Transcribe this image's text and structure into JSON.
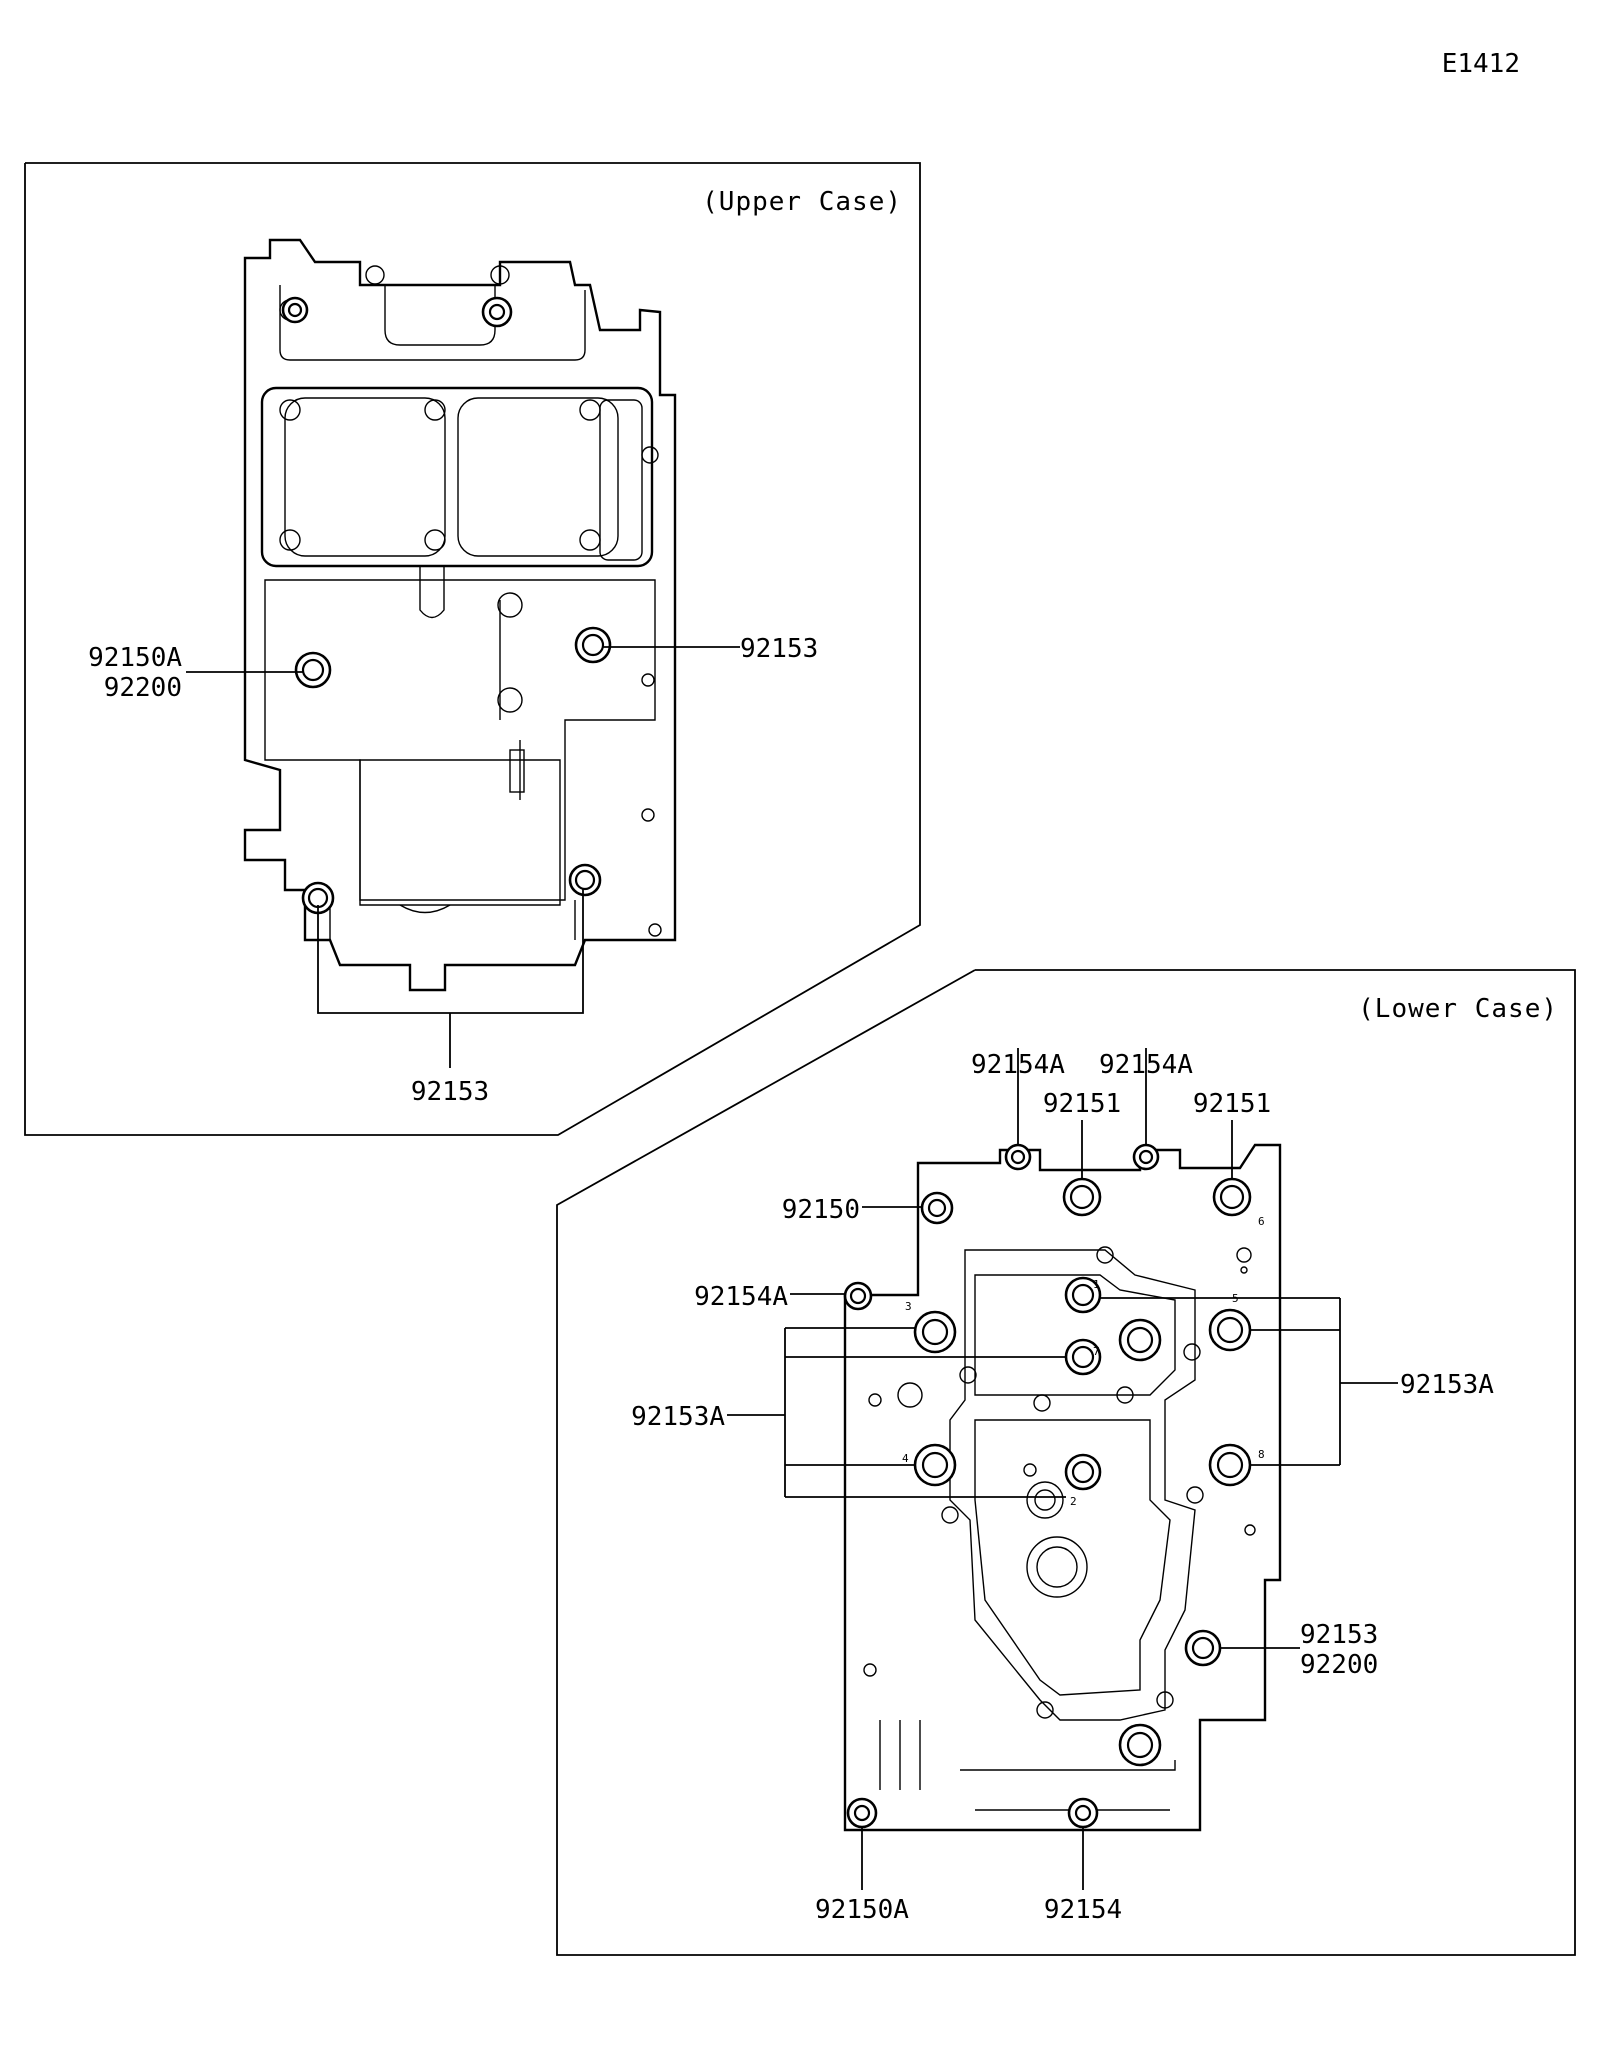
{
  "diagram_code": "E1412",
  "upper_case": {
    "title": "(Upper Case)",
    "labels": {
      "left_top": "92150A",
      "left_bottom": "92200",
      "right": "92153",
      "bottom": "92153"
    }
  },
  "lower_case": {
    "title": "(Lower Case)",
    "labels": {
      "top_1": "92154A",
      "top_2": "92154A",
      "top_3": "92151",
      "top_4": "92151",
      "left_1": "92150",
      "left_2": "92154A",
      "left_3": "92153A",
      "right_1": "92153A",
      "right_2a": "92153",
      "right_2b": "92200",
      "bottom_1": "92150A",
      "bottom_2": "92154"
    },
    "bolt_numbers": [
      "1",
      "2",
      "3",
      "4",
      "5",
      "6",
      "7",
      "8"
    ]
  }
}
